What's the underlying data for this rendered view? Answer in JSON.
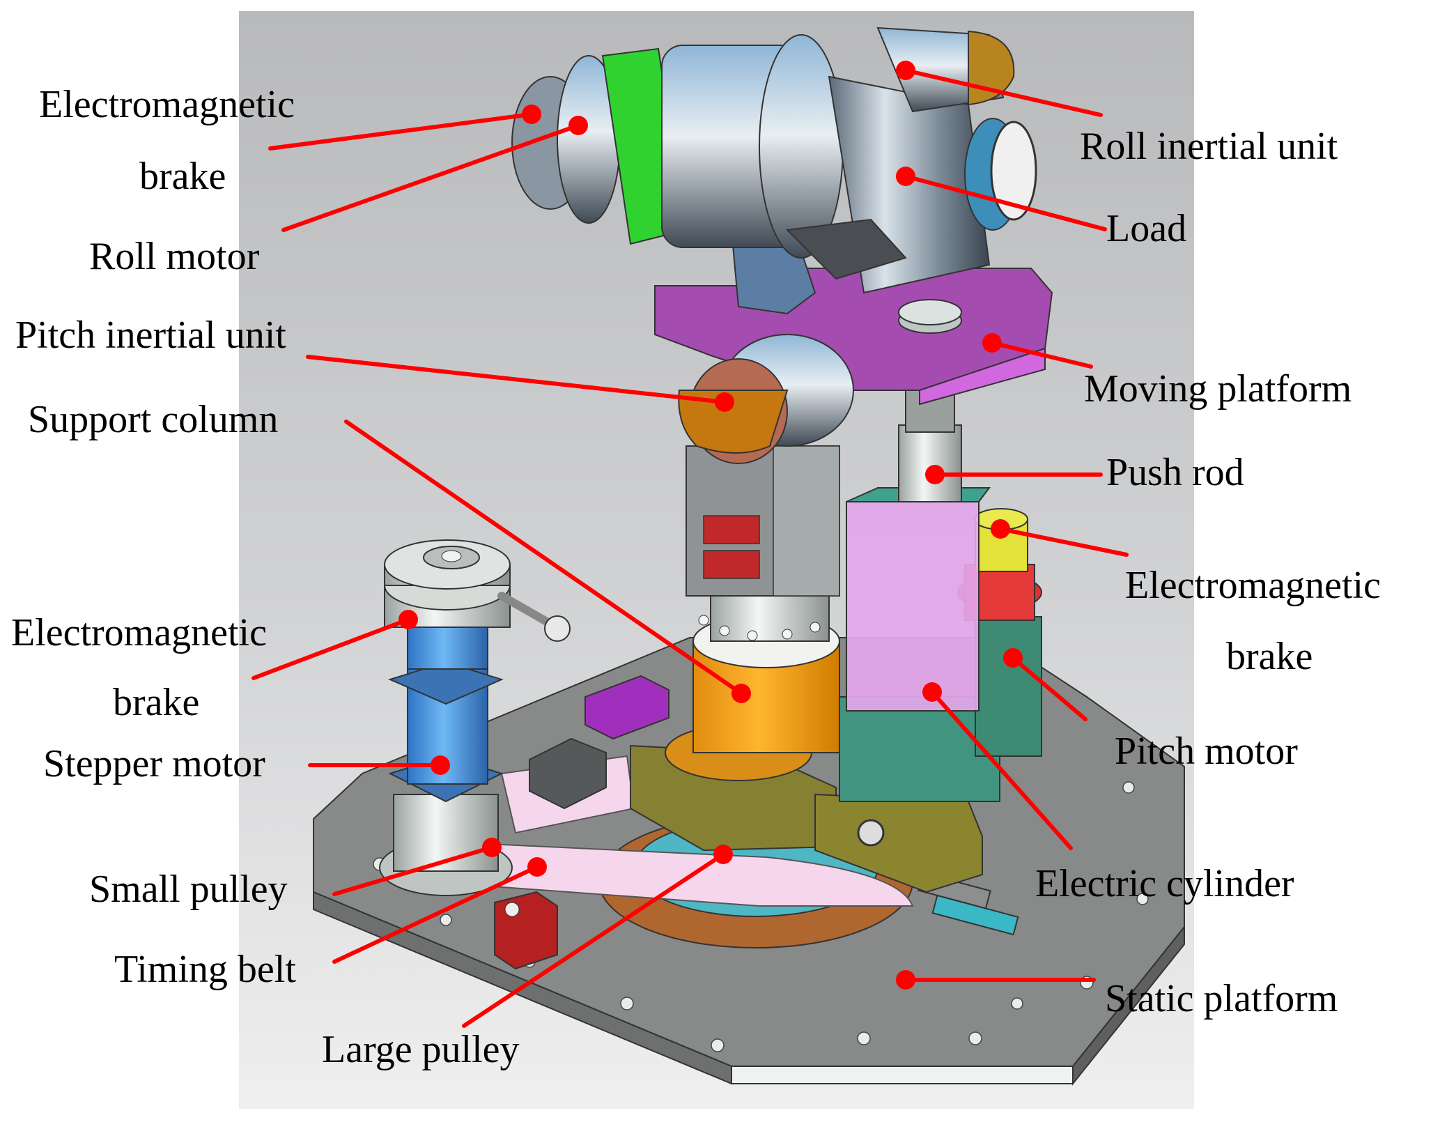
{
  "figure": {
    "subject": "Mechanical structure of a two-axis stabilized platform with labeled components",
    "colors": {
      "annotation_red": "#ff0000",
      "panel_grey_top": "#b9babc",
      "panel_grey_bottom": "#ececec",
      "moving_platform": "#a64bb0",
      "support_column": "#f5a623",
      "stepper_motor": "#4a9ee8",
      "roll_green": "#33cc33",
      "pitch_motor": "#3f8f78",
      "brake_red": "#e53030",
      "brake_yellow": "#e6e630",
      "timing_belt": "#f4d3ea",
      "static_platform": "#8c8f8d",
      "cylinder_pink": "#e6a0e8",
      "inertial_orange": "#c77a10"
    }
  },
  "labels": {
    "em_brake_top_line1": "Electromagnetic",
    "em_brake_top_line2": "brake",
    "roll_motor": "Roll motor",
    "pitch_inertial_unit": "Pitch inertial unit",
    "support_column": "Support column",
    "em_brake_left_line1": "Electromagnetic",
    "em_brake_left_line2": "brake",
    "stepper_motor": "Stepper motor",
    "small_pulley": "Small pulley",
    "timing_belt": "Timing belt",
    "large_pulley": "Large pulley",
    "roll_inertial_unit": "Roll inertial unit",
    "load": "Load",
    "moving_platform": "Moving platform",
    "push_rod": "Push rod",
    "em_brake_right_line1": "Electromagnetic",
    "em_brake_right_line2": "brake",
    "pitch_motor": "Pitch motor",
    "electric_cylinder": "Electric cylinder",
    "static_platform": "Static platform"
  }
}
